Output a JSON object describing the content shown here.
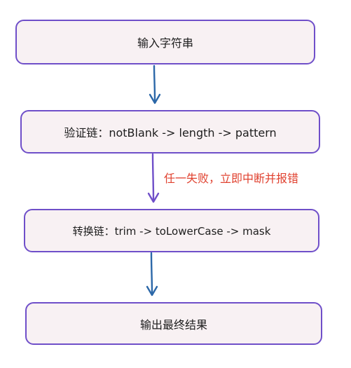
{
  "nodes": [
    {
      "id": "input",
      "label": "输入字符串"
    },
    {
      "id": "validate",
      "label": "验证链：notBlank -> length -> pattern"
    },
    {
      "id": "transform",
      "label": "转换链：trim -> toLowerCase -> mask"
    },
    {
      "id": "output",
      "label": "输出最终结果"
    }
  ],
  "edges": [
    {
      "from": "input",
      "to": "validate",
      "label": ""
    },
    {
      "from": "validate",
      "to": "transform",
      "label": "任一失败，立即中断并报错"
    },
    {
      "from": "transform",
      "to": "output",
      "label": ""
    }
  ],
  "colors": {
    "node_border": "#6f4fc9",
    "node_fill": "#f8f1f3",
    "arrow_blue": "#2b67a8",
    "arrow_purple": "#6f4fc9",
    "label_red": "#e0412f"
  }
}
